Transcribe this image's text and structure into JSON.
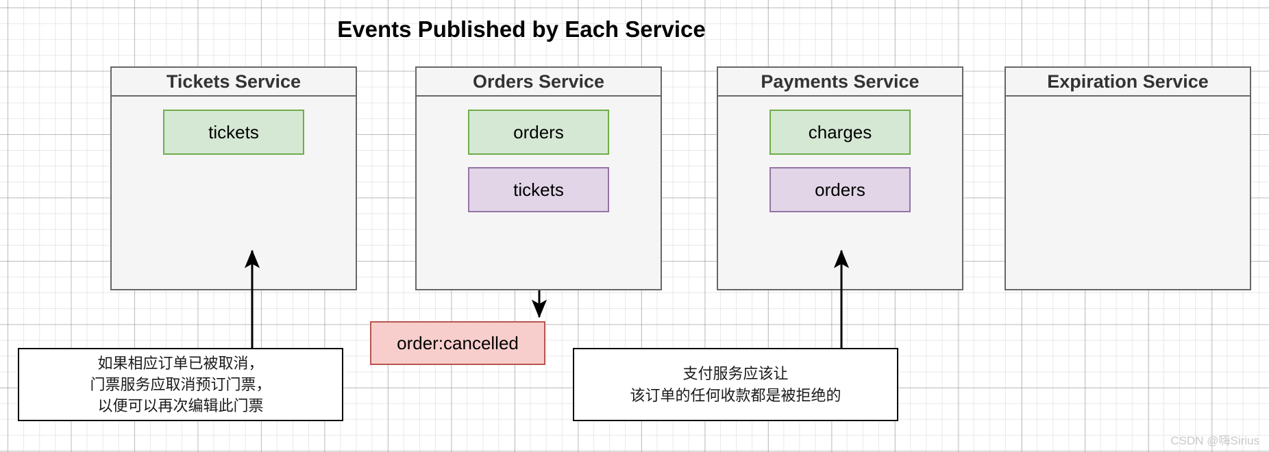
{
  "page": {
    "title": "Events Published by Each Service",
    "watermark": "CSDN @嗨Sirius"
  },
  "services": [
    {
      "id": "tickets-service",
      "name": "Tickets Service",
      "items": []
    },
    {
      "id": "orders-service",
      "name": "Orders Service",
      "items": [
        {
          "label": "orders",
          "color": "green",
          "fill": "#d5e8d4",
          "stroke": "#70ad47"
        },
        {
          "label": "tickets",
          "color": "purple",
          "fill": "#e1d5e7",
          "stroke": "#9673a6"
        }
      ]
    },
    {
      "id": "payments-service",
      "name": "Payments Service",
      "items": [
        {
          "label": "charges",
          "color": "green",
          "fill": "#d5e8d4",
          "stroke": "#70ad47"
        },
        {
          "label": "orders",
          "color": "purple",
          "fill": "#e1d5e7",
          "stroke": "#9673a6"
        }
      ]
    },
    {
      "id": "expiration-service",
      "name": "Expiration Service",
      "items": []
    }
  ],
  "tickets_item": {
    "label": "tickets",
    "color": "green",
    "fill": "#d5e8d4",
    "stroke": "#70ad47"
  },
  "event": {
    "label": "order:cancelled",
    "fill": "#f8cecc",
    "stroke": "#b85450"
  },
  "notes": {
    "left": {
      "lines": [
        "如果相应订单已被取消，",
        "门票服务应取消预订门票，",
        "以便可以再次编辑此门票"
      ]
    },
    "right": {
      "lines": [
        "支付服务应该让",
        "该订单的任何收款都是被拒绝的"
      ]
    }
  },
  "colors": {
    "service_fill": "#f5f5f5",
    "service_stroke": "#666666",
    "green_fill": "#d5e8d4",
    "green_stroke": "#70ad47",
    "purple_fill": "#e1d5e7",
    "purple_stroke": "#9673a6",
    "red_fill": "#f8cecc",
    "red_stroke": "#b85450",
    "note_stroke": "#000000",
    "connector": "#000000"
  }
}
